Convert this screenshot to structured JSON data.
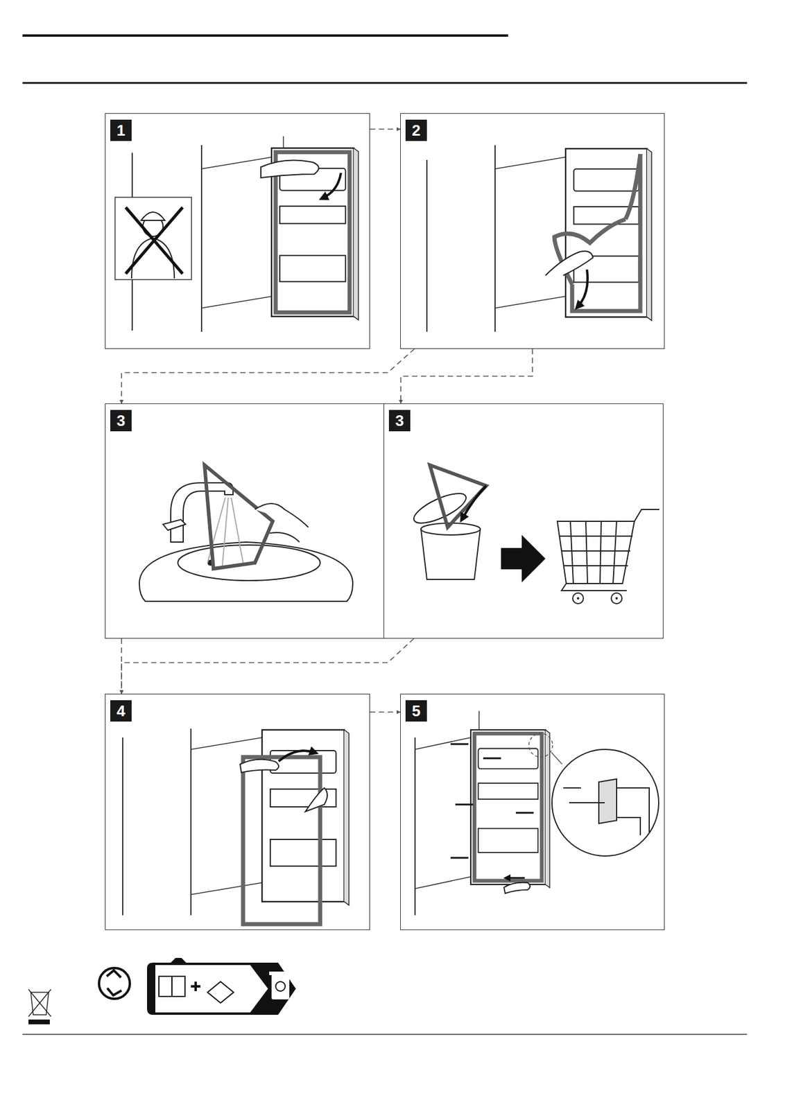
{
  "diagram": {
    "nodes": [
      {
        "text": [
          "1"
        ]
      },
      {
        "text": [
          "2"
        ]
      },
      {
        "text": [
          "3"
        ]
      },
      {
        "text": [
          "3"
        ]
      },
      {
        "text": [
          "4"
        ]
      },
      {
        "text": [
          "5"
        ]
      }
    ],
    "edges": [
      {
        "from": 0,
        "to": 1,
        "arrow": "to"
      },
      {
        "from": 1,
        "to": 2,
        "arrow": "to"
      },
      {
        "from": 1,
        "to": 3,
        "arrow": "to"
      },
      {
        "from": 2,
        "to": 4,
        "arrow": "to"
      },
      {
        "from": 3,
        "to": 4,
        "arrow": "to"
      },
      {
        "from": 4,
        "to": 5,
        "arrow": "to"
      }
    ]
  }
}
